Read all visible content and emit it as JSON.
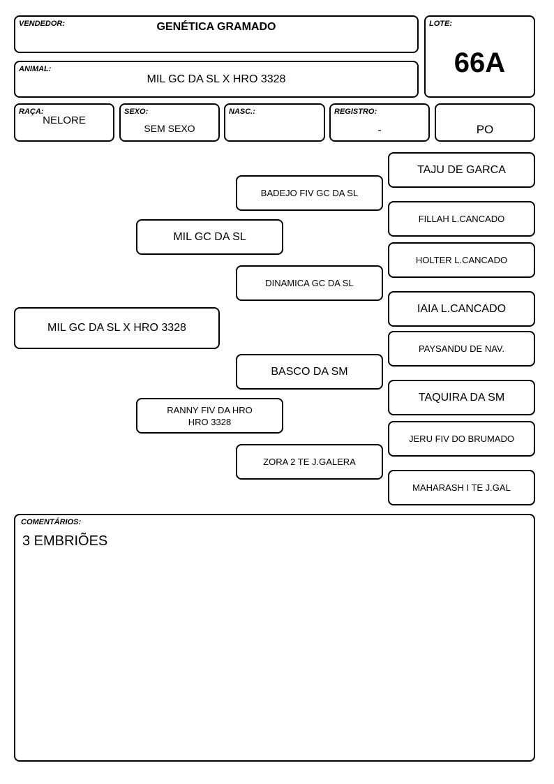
{
  "header": {
    "vendor_label": "VENDEDOR:",
    "vendor": "GENÉTICA GRAMADO",
    "lot_label": "LOTE:",
    "lot": "66A",
    "animal_label": "ANIMAL:",
    "animal": "MIL GC DA SL X HRO 3328",
    "breed_label": "RAÇA:",
    "breed": "NELORE",
    "sex_label": "SEXO:",
    "sex": "SEM SEXO",
    "birth_label": "NASC.:",
    "birth": "",
    "registry_label": "REGISTRO:",
    "registry": "-",
    "category": "PO"
  },
  "pedigree": {
    "subject": "MIL GC DA SL X HRO 3328",
    "sire": "MIL GC DA SL",
    "dam_line1": "RANNY FIV DA HRO",
    "dam_line2": "HRO 3328",
    "sire_sire": "BADEJO FIV GC DA SL",
    "sire_dam": "DINAMICA GC DA SL",
    "dam_sire": "BASCO DA SM",
    "dam_dam": "ZORA 2 TE J.GALERA",
    "ggp": [
      "TAJU DE GARCA",
      "FILLAH L.CANCADO",
      "HOLTER L.CANCADO",
      "IAIA L.CANCADO",
      "PAYSANDU DE NAV.",
      "TAQUIRA DA SM",
      "JERU FIV DO BRUMADO",
      "MAHARASH I TE J.GAL"
    ]
  },
  "comments": {
    "label": "COMENTÁRIOS:",
    "text": "3 EMBRIÕES"
  }
}
